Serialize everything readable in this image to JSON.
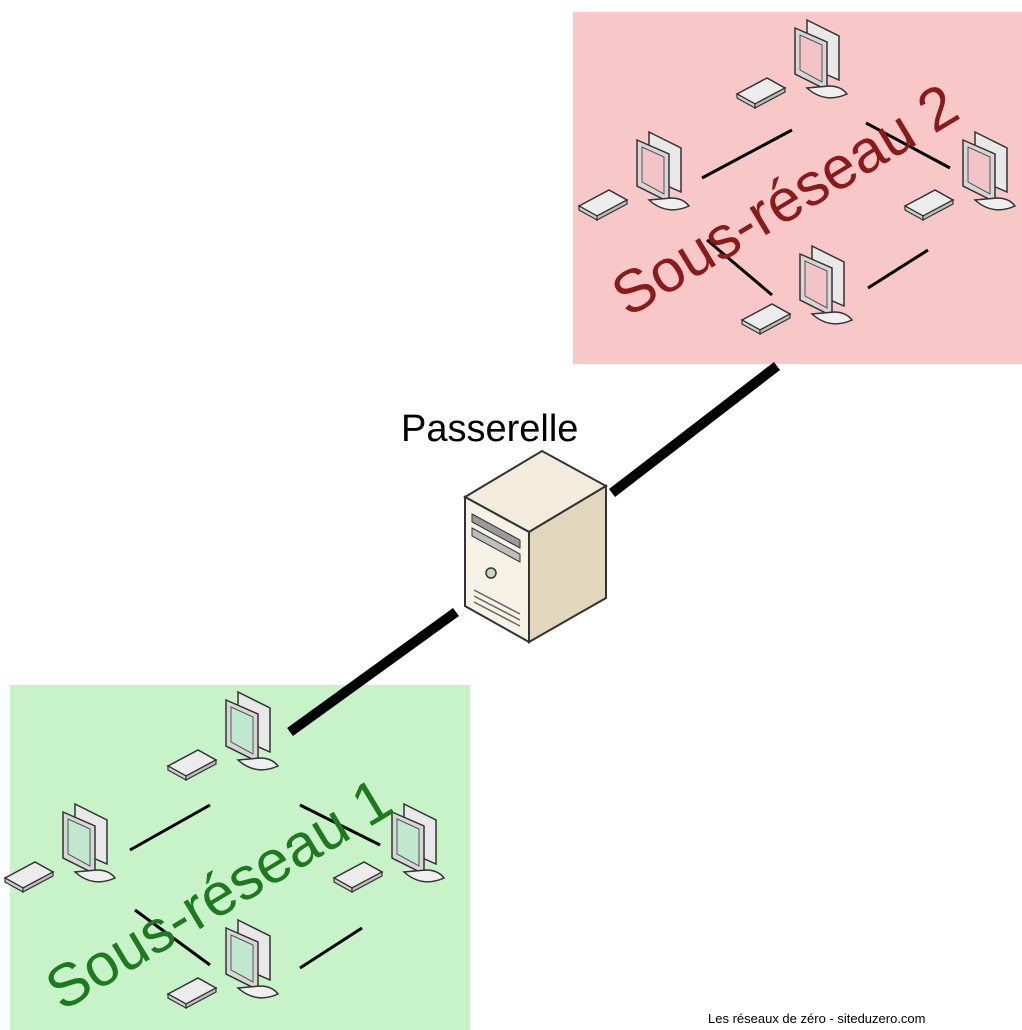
{
  "gateway": {
    "label": "Passerelle",
    "icon": "server-tower-icon"
  },
  "subnets": [
    {
      "label": "Sous-réseau 1",
      "fill": "#c8f2c8",
      "text_color": "#1e7a1e",
      "monitor_tint": "#bfe8cf"
    },
    {
      "label": "Sous-réseau 2",
      "fill": "#f8c8c8",
      "text_color": "#8b1a1a",
      "monitor_tint": "#f2c4c8"
    }
  ],
  "credit": "Les réseaux de zéro - siteduzero.com",
  "colors": {
    "cable": "#000000",
    "case": "#ede3cf",
    "background": "#ffffff"
  }
}
